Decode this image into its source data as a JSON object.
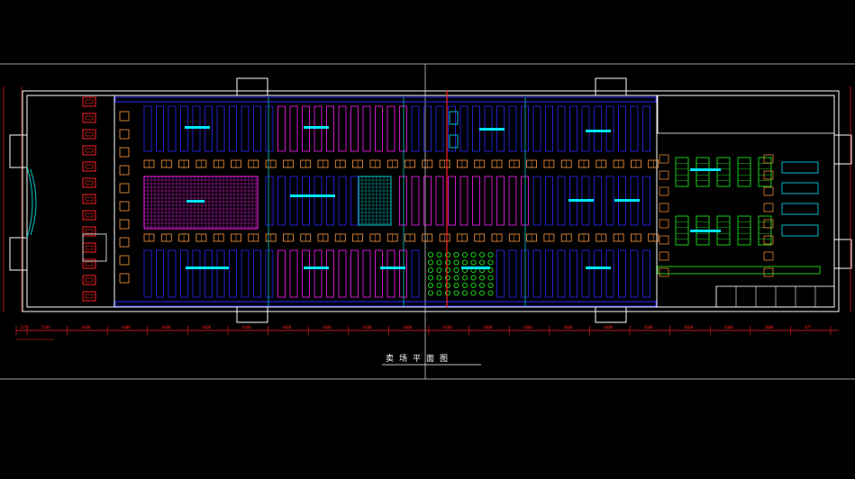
{
  "drawing": {
    "title": "卖场平面图",
    "dimension_labels": [
      "1275",
      "5200",
      "6400",
      "6400",
      "6400",
      "6400",
      "6400",
      "6400",
      "6400",
      "6400",
      "6400",
      "6400",
      "6400",
      "6400",
      "6400",
      "6400",
      "6400",
      "6400",
      "6400",
      "5000",
      "875"
    ]
  },
  "colors": {
    "background": "#000000",
    "frame": "#ffffff",
    "wall": "#ffffff",
    "dimension": "#ff2020",
    "aisle_axis": "#00c8c8",
    "shelf_blue": "#2a2aff",
    "shelf_magenta": "#ff20ff",
    "label_cyan": "#00e6ff",
    "column_orange": "#ff9a40",
    "produce_green": "#20ff20",
    "cyan_grid": "#00d0d0"
  }
}
